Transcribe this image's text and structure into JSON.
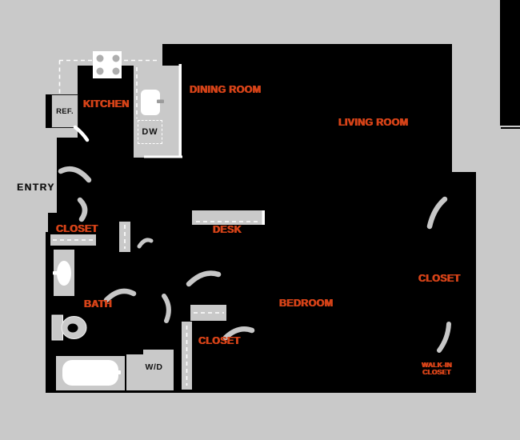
{
  "plan": {
    "entry_label": "ENTRY",
    "appliances": {
      "refrigerator": "REF.",
      "dishwasher": "DW",
      "washer_dryer": "W/D"
    },
    "rooms": {
      "kitchen": "KITCHEN",
      "dining": "DINING ROOM",
      "living": "LIVING ROOM",
      "coat_closet": "CLOSET",
      "desk": "DESK",
      "bath": "BATH",
      "bedroom": "BEDROOM",
      "hall_closet": "CLOSET",
      "linen_closet": "CLOSET",
      "walk_in_closet": "WALK-IN CLOSET"
    },
    "colors": {
      "background": "#c9c9c9",
      "floor": "#000000",
      "label_accent": "#d64318",
      "fixture_white": "#ffffff",
      "text_black": "#121212"
    }
  }
}
